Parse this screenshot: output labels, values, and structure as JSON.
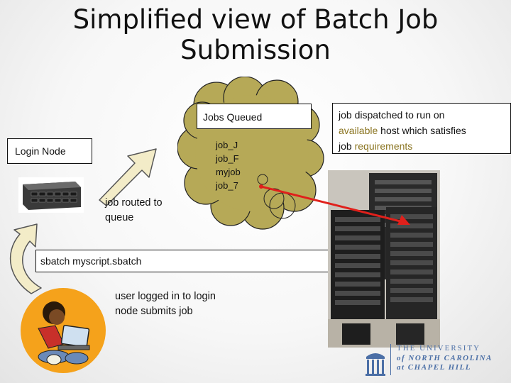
{
  "slide": {
    "title_line1": "Simplified view of Batch Job",
    "title_line2": "Submission"
  },
  "cloud": {
    "label": "Jobs Queued",
    "jobs": [
      "job_J",
      "job_F",
      "myjob",
      "job_7"
    ],
    "fill_color": "#b6a957"
  },
  "login_node": {
    "label": "Login Node"
  },
  "routed_text": {
    "line1": "job routed to",
    "line2": "queue"
  },
  "command": {
    "text": "sbatch myscript.sbatch"
  },
  "user_text": {
    "line1": "user logged in to login",
    "line2": "node submits job"
  },
  "dispatch_text": {
    "line1": "job dispatched to run on",
    "line2_hl": "available",
    "line2_rest": " host which satisfies",
    "line3_plain": "job ",
    "line3_hl": "requirements"
  },
  "logo": {
    "line1": "THE UNIVERSITY",
    "line2": "of NORTH CAROLINA",
    "line3": "at CHAPEL HILL"
  },
  "colors": {
    "arrow_fill": "#f3ecc8",
    "arrow_stroke": "#555555",
    "dispatch_arrow": "#e0201b",
    "logo_blue": "#4b6fa6",
    "avatar_bg": "#f5a21b"
  }
}
